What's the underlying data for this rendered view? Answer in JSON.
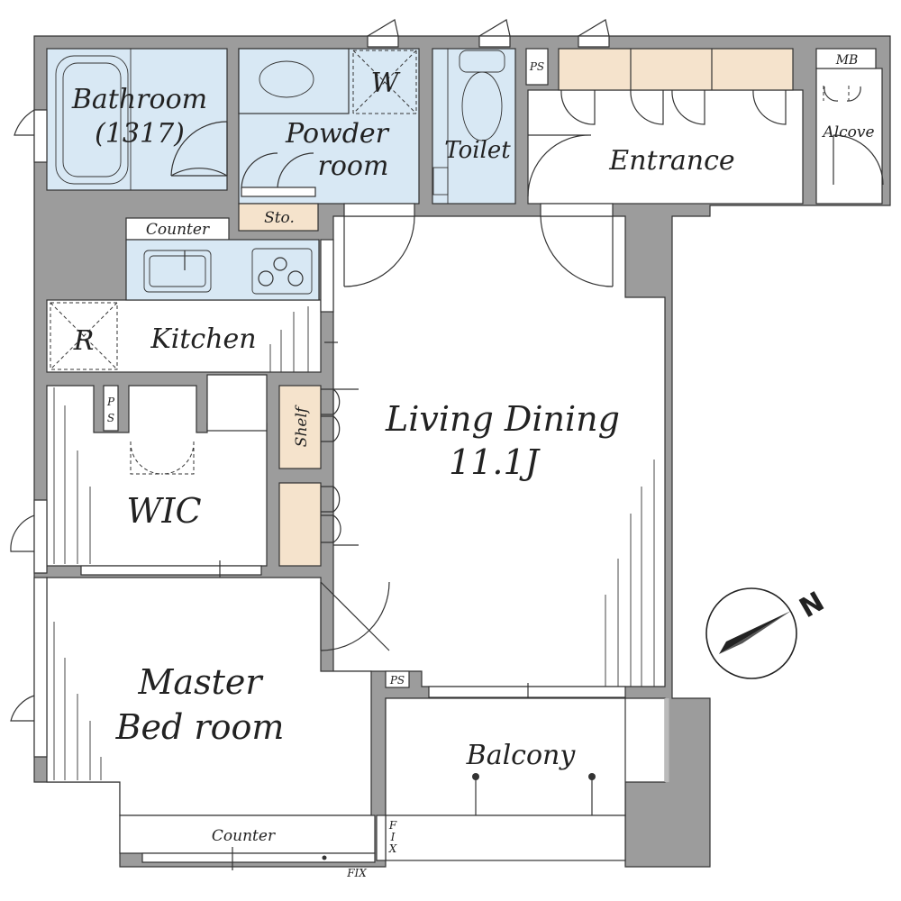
{
  "rooms": {
    "bathroom": "Bathroom",
    "bathroom_size": "(1317)",
    "powder_room_line1": "Powder",
    "powder_room_line2": "room",
    "washer": "W",
    "toilet": "Toilet",
    "pipe_space": "PS",
    "entrance": "Entrance",
    "meter_box": "MB",
    "alcove": "Alcove",
    "storage": "Sto.",
    "counter": "Counter",
    "refrigerator": "R",
    "kitchen": "Kitchen",
    "pipe_space_vertical_p": "P",
    "pipe_space_vertical_s": "S",
    "shelf": "Shelf",
    "living_dining_line1": "Living Dining",
    "living_dining_line2": "11.1J",
    "wic": "WIC",
    "master_line1": "Master",
    "master_line2": "Bed room",
    "balcony": "Balcony",
    "bedroom_counter": "Counter",
    "fix_bottom": "FIX",
    "fix_vertical": [
      "F",
      "I",
      "X"
    ]
  },
  "compass": {
    "label": "N"
  },
  "colors": {
    "wall": "#9c9c9c",
    "wet_area": "#d8e8f4",
    "wood": "#f5e3cc"
  }
}
